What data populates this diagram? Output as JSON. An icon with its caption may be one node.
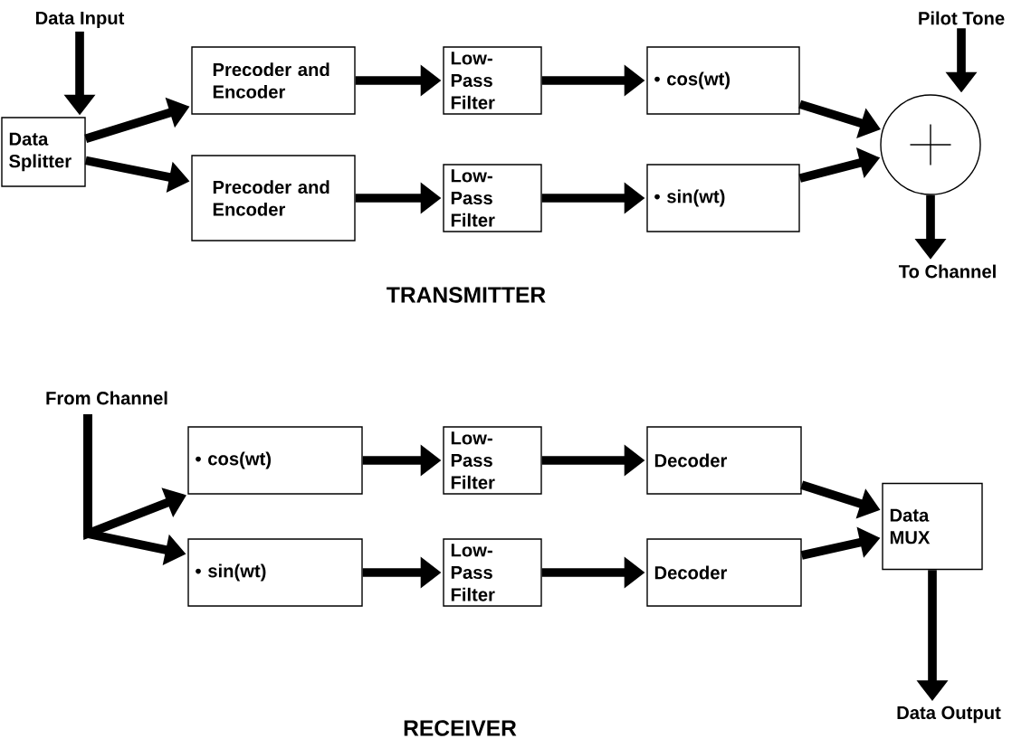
{
  "diagram": {
    "nodes": [
      {
        "text": [
          "Data Input"
        ]
      },
      {
        "text": [
          "Data Splitter"
        ]
      },
      {
        "text": [
          "Precoder and Encoder"
        ]
      },
      {
        "text": [
          "Low-Pass Filter"
        ]
      },
      {
        "text": [
          "• cos(wt)"
        ]
      },
      {
        "text": [
          "Precoder and Encoder"
        ]
      },
      {
        "text": [
          "Low-Pass Filter"
        ]
      },
      {
        "text": [
          "• sin(wt)"
        ]
      },
      {
        "text": [],
        "shape": "circle"
      },
      {
        "text": [
          "Pilot Tone"
        ]
      },
      {
        "text": [
          "To Channel"
        ]
      },
      {
        "text": [
          "From Channel"
        ]
      },
      {
        "text": [
          "• cos(wt)"
        ]
      },
      {
        "text": [
          "Low-Pass Filter"
        ]
      },
      {
        "text": [
          "Decoder"
        ]
      },
      {
        "text": [
          "• sin(wt)"
        ]
      },
      {
        "text": [
          "Low-Pass Filter"
        ]
      },
      {
        "text": [
          "Decoder"
        ]
      },
      {
        "text": [
          "Data MUX"
        ]
      },
      {
        "text": [
          "Data Output"
        ]
      }
    ],
    "edges": [
      {
        "from": 0,
        "to": 1,
        "arrow": "to"
      },
      {
        "from": 1,
        "to": 2,
        "arrow": "to"
      },
      {
        "from": 1,
        "to": 5,
        "arrow": "to"
      },
      {
        "from": 2,
        "to": 3,
        "arrow": "to"
      },
      {
        "from": 3,
        "to": 4,
        "arrow": "to"
      },
      {
        "from": 5,
        "to": 6,
        "arrow": "to"
      },
      {
        "from": 6,
        "to": 7,
        "arrow": "to"
      },
      {
        "from": 4,
        "to": 8,
        "arrow": "to"
      },
      {
        "from": 7,
        "to": 8,
        "arrow": "to"
      },
      {
        "from": 9,
        "to": 8,
        "arrow": "to"
      },
      {
        "from": 8,
        "to": 10,
        "arrow": "to"
      },
      {
        "from": 11,
        "to": 12,
        "arrow": "to"
      },
      {
        "from": 11,
        "to": 15,
        "arrow": "to"
      },
      {
        "from": 12,
        "to": 13,
        "arrow": "to"
      },
      {
        "from": 13,
        "to": 14,
        "arrow": "to"
      },
      {
        "from": 15,
        "to": 16,
        "arrow": "to"
      },
      {
        "from": 16,
        "to": 17,
        "arrow": "to"
      },
      {
        "from": 14,
        "to": 18,
        "arrow": "to"
      },
      {
        "from": 17,
        "to": 18,
        "arrow": "to"
      },
      {
        "from": 18,
        "to": 19,
        "arrow": "to"
      }
    ],
    "labels": [
      "TRANSMITTER",
      "RECEIVER"
    ]
  }
}
